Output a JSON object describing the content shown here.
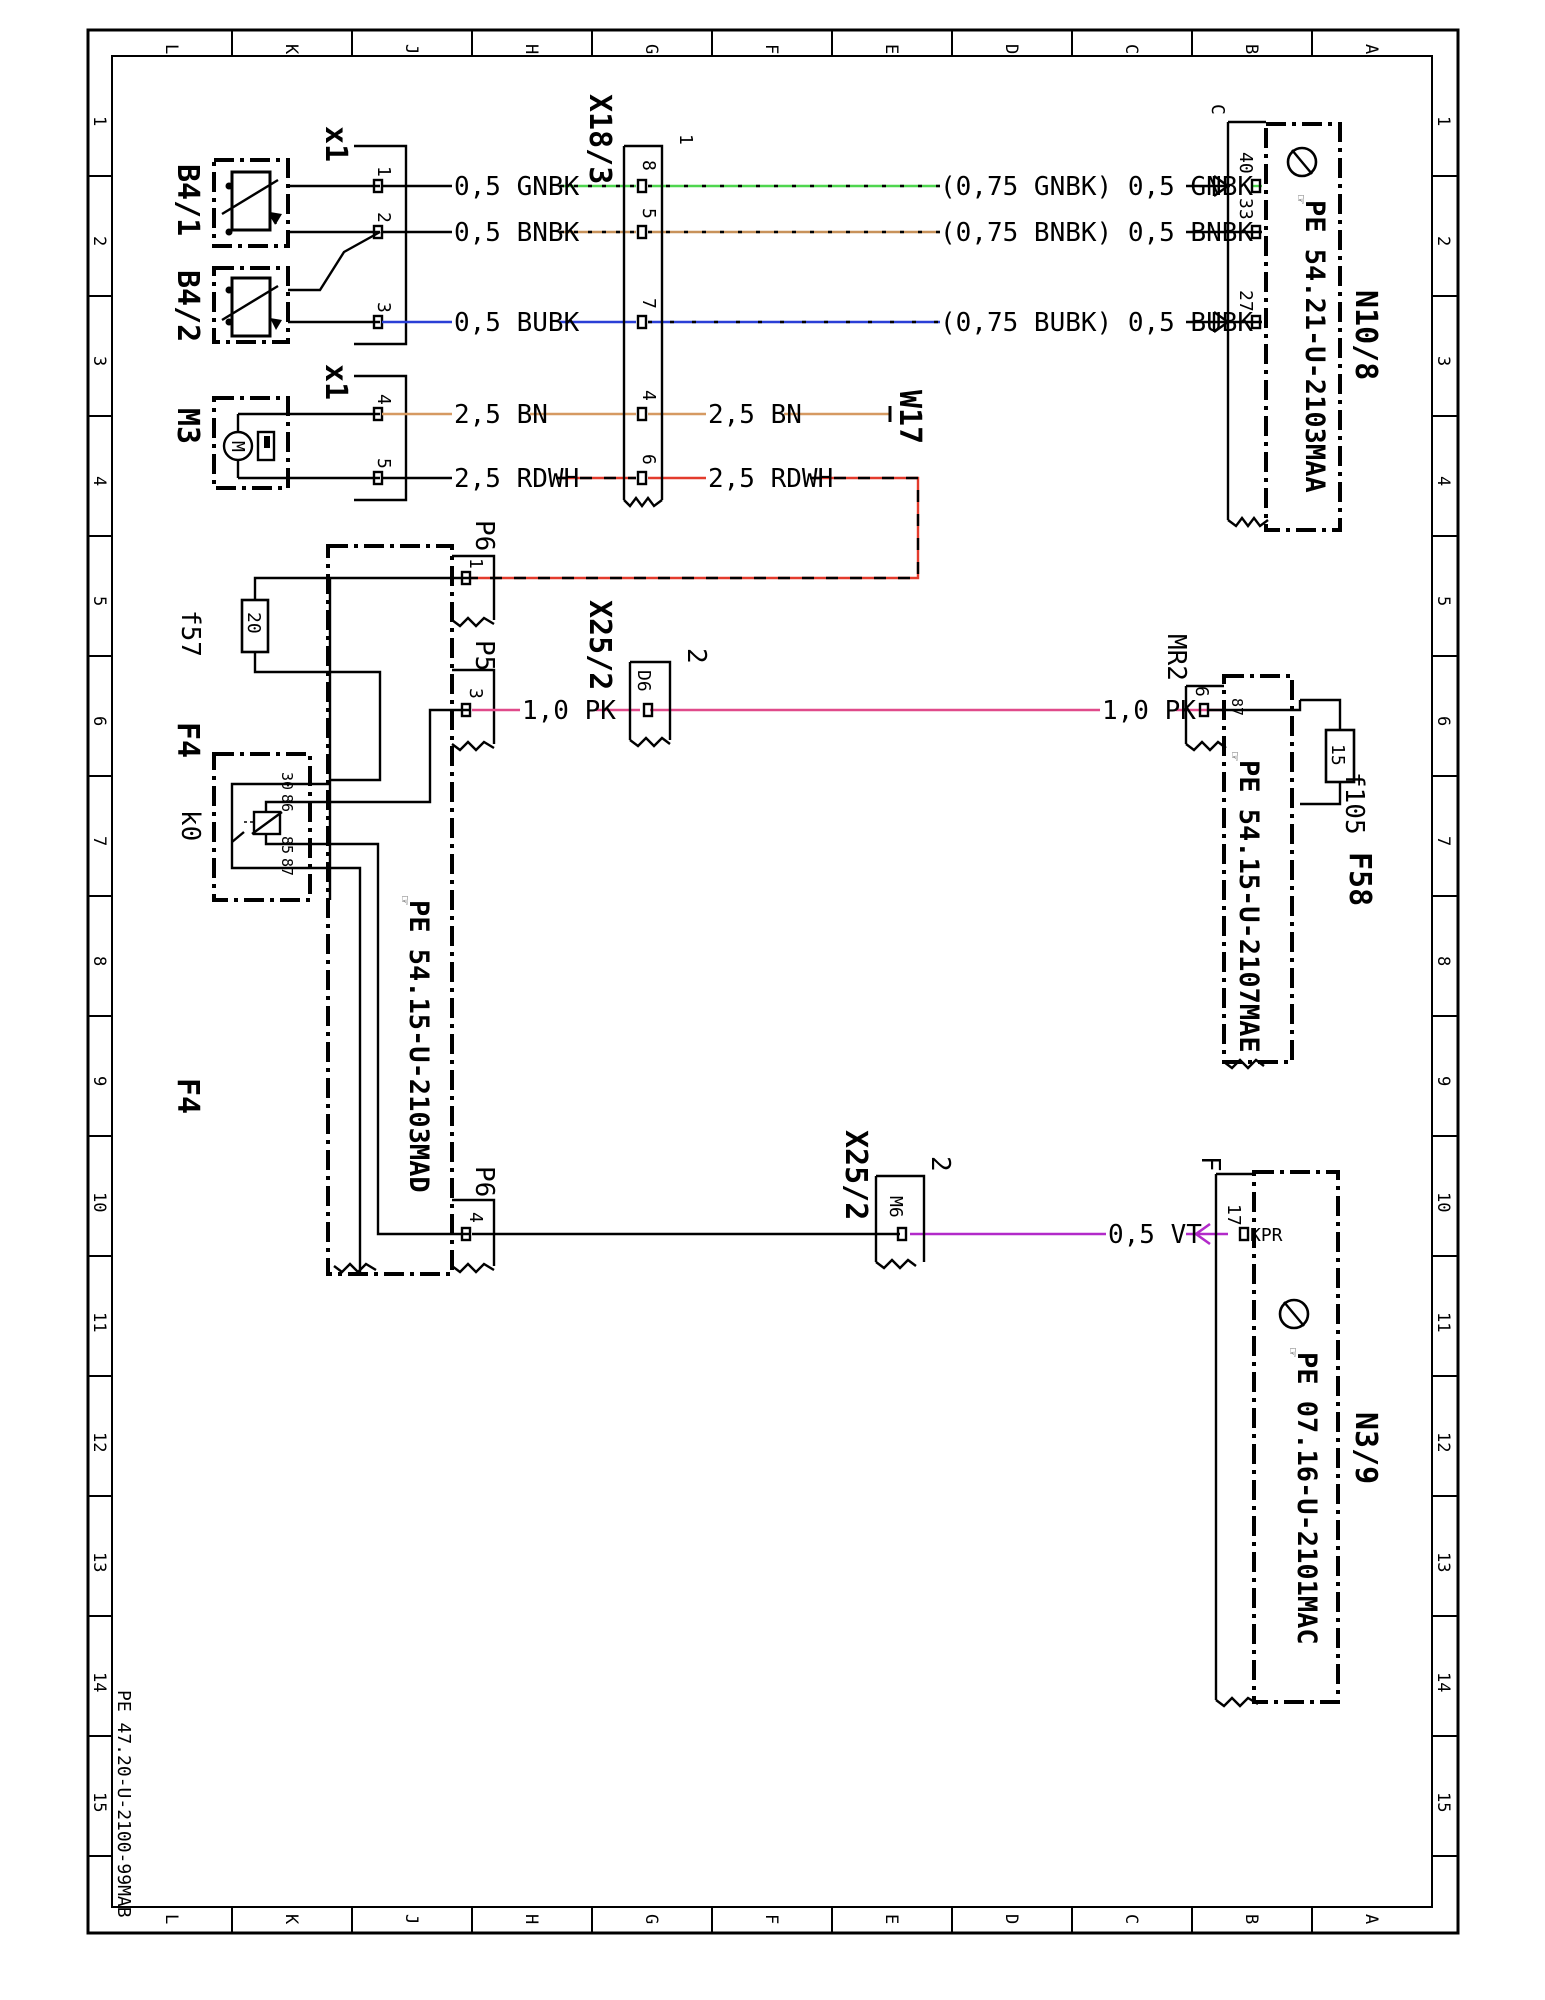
{
  "grid": {
    "columns": [
      "L",
      "K",
      "J",
      "H",
      "G",
      "F",
      "E",
      "D",
      "C",
      "B",
      "A"
    ],
    "rows": [
      "1",
      "2",
      "3",
      "4",
      "5",
      "6",
      "7",
      "8",
      "9",
      "10",
      "11",
      "12",
      "13",
      "14",
      "15"
    ]
  },
  "colors": {
    "GNBK": "#4fd64f",
    "BNBK": "#c8925a",
    "BUBK": "#2a3fd6",
    "BN": "#d69a62",
    "RDWH": "#e33b2c",
    "PK": "#e04a8a",
    "VT": "#b22ac9",
    "BK": "#000000"
  },
  "components": {
    "b4_1": "B4/1",
    "b4_2": "B4/2",
    "m3": "M3",
    "m3_symbol": "M",
    "x1_top": "x1",
    "x1_bottom": "x1",
    "x18_3": "X18/3",
    "x18_3_pin": "1",
    "n10_8": "N10/8",
    "n10_8_conn": "C",
    "n10_8_pe": "PE 54.21-U-2103MAA",
    "w17": "W17",
    "p6_top": "P6",
    "p5": "P5",
    "p6_bottom": "P6",
    "f57": "f57",
    "f57_value": "20",
    "f4_top": "F4",
    "f4_bottom": "F4",
    "k0": "k0",
    "relay_pins": [
      "30",
      "86",
      "85",
      "87"
    ],
    "x25_2_top": "X25/2",
    "x25_2_top_pin": "2",
    "x25_2_top_contact": "D6",
    "x25_2_bottom": "X25/2",
    "x25_2_bottom_pin": "2",
    "x25_2_bottom_contact": "M6",
    "mr2": "MR2",
    "f105": "f105",
    "f105_value": "15",
    "f58": "F58",
    "f58_pe": "PE 54.15-U-2107MAE",
    "f4_pe": "PE 54.15-U-2103MAD",
    "n3_9": "N3/9",
    "n3_9_conn": "F",
    "n3_9_pe": "PE 07.16-U-2101MAC",
    "kpr": "KPR",
    "doc_ref": "PE 47.20-U-2100-99MAB"
  },
  "pins": {
    "x1_1": "1",
    "x1_2": "2",
    "x1_3": "3",
    "x1_4": "4",
    "x1_5": "5",
    "x18_8": "8",
    "x18_5": "5",
    "x18_7": "7",
    "x18_4": "4",
    "x18_6": "6",
    "n10_40": "40",
    "n10_33": "33",
    "n10_27": "27",
    "p6_1": "1",
    "p5_3": "3",
    "p6_4": "4",
    "mr2_6": "6",
    "f58_87": "87",
    "n3_17": "17"
  },
  "wires": {
    "w1_left": "0,5 GNBK",
    "w1_right": "(0,75 GNBK) 0,5 GNBK",
    "w2_left": "0,5 BNBK",
    "w2_right": "(0,75 BNBK) 0,5 BNBK",
    "w3_left": "0,5 BUBK",
    "w3_right": "(0,75 BUBK) 0,5 BUBK",
    "w4_left": "2,5 BN",
    "w4_right": "2,5 BN",
    "w5_left": "2,5 RDWH",
    "w5_right": "2,5 RDWH",
    "w6_left": "1,0 PK",
    "w6_right": "1,0 PK",
    "w7": "0,5 VT"
  }
}
